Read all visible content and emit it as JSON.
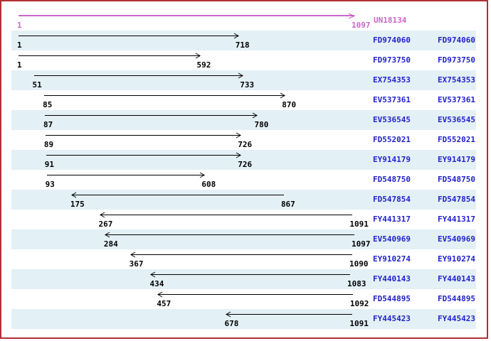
{
  "window": {
    "border_color": "#b03032",
    "background": "#ffffff"
  },
  "colors": {
    "reference": "#cc66cc",
    "alignment_line": "#000000",
    "accession_link": "#2222cc",
    "row_stripe": "#e3f0f6"
  },
  "figure": {
    "description": "EST alignment map",
    "accession_label_columns": 2
  },
  "reference": {
    "accession": "UN18134",
    "start": 1,
    "end": 1097,
    "strand": "+"
  },
  "alignments": [
    {
      "accession": "FD974060",
      "start": 1,
      "end": 718,
      "strand": "+"
    },
    {
      "accession": "FD973750",
      "start": 1,
      "end": 592,
      "strand": "+"
    },
    {
      "accession": "EX754353",
      "start": 51,
      "end": 733,
      "strand": "+"
    },
    {
      "accession": "EV537361",
      "start": 85,
      "end": 870,
      "strand": "+"
    },
    {
      "accession": "EV536545",
      "start": 87,
      "end": 780,
      "strand": "+"
    },
    {
      "accession": "FD552021",
      "start": 89,
      "end": 726,
      "strand": "+"
    },
    {
      "accession": "EY914179",
      "start": 91,
      "end": 726,
      "strand": "+"
    },
    {
      "accession": "FD548750",
      "start": 93,
      "end": 608,
      "strand": "+"
    },
    {
      "accession": "FD547854",
      "start": 175,
      "end": 867,
      "strand": "-"
    },
    {
      "accession": "FY441317",
      "start": 267,
      "end": 1091,
      "strand": "-"
    },
    {
      "accession": "EV540969",
      "start": 284,
      "end": 1097,
      "strand": "-"
    },
    {
      "accession": "EY910274",
      "start": 367,
      "end": 1090,
      "strand": "-"
    },
    {
      "accession": "FY440143",
      "start": 434,
      "end": 1083,
      "strand": "-"
    },
    {
      "accession": "FD544895",
      "start": 457,
      "end": 1092,
      "strand": "-"
    },
    {
      "accession": "FY445423",
      "start": 678,
      "end": 1091,
      "strand": "-"
    }
  ]
}
